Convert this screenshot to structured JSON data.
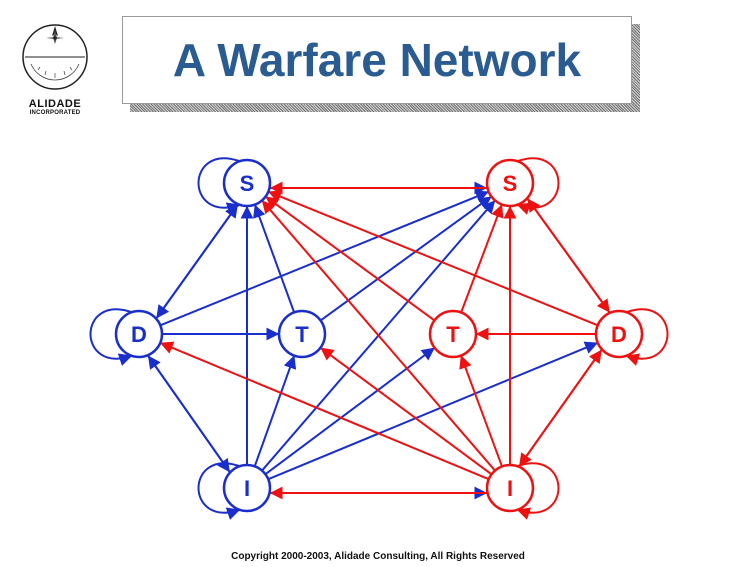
{
  "logo": {
    "name": "ALIDADE",
    "subname": "INCORPORATED"
  },
  "title": "A Warfare Network",
  "footer": "Copyright 2000-2003, Alidade Consulting, All Rights Reserved",
  "colors": {
    "blue": "#1a2ecc",
    "red": "#ee1111",
    "title": "#2a5c91"
  },
  "nodes": [
    {
      "id": "bS",
      "label": "S",
      "side": "blue"
    },
    {
      "id": "bD",
      "label": "D",
      "side": "blue"
    },
    {
      "id": "bT",
      "label": "T",
      "side": "blue"
    },
    {
      "id": "bI",
      "label": "I",
      "side": "blue"
    },
    {
      "id": "rS",
      "label": "S",
      "side": "red"
    },
    {
      "id": "rD",
      "label": "D",
      "side": "red"
    },
    {
      "id": "rT",
      "label": "T",
      "side": "red"
    },
    {
      "id": "rI",
      "label": "I",
      "side": "red"
    }
  ],
  "edges": [
    {
      "from": "bS",
      "to": "rS",
      "side": "blue"
    },
    {
      "from": "rS",
      "to": "bS",
      "side": "red"
    },
    {
      "from": "bI",
      "to": "rI",
      "side": "blue"
    },
    {
      "from": "rI",
      "to": "bI",
      "side": "red"
    },
    {
      "from": "bS",
      "to": "bD",
      "side": "blue"
    },
    {
      "from": "bD",
      "to": "bS",
      "side": "blue"
    },
    {
      "from": "bD",
      "to": "bT",
      "side": "blue"
    },
    {
      "from": "bD",
      "to": "bI",
      "side": "blue"
    },
    {
      "from": "bI",
      "to": "bD",
      "side": "blue"
    },
    {
      "from": "bT",
      "to": "bS",
      "side": "blue"
    },
    {
      "from": "bI",
      "to": "bS",
      "side": "blue"
    },
    {
      "from": "bI",
      "to": "bT",
      "side": "blue"
    },
    {
      "from": "bD",
      "to": "rS",
      "side": "blue"
    },
    {
      "from": "bT",
      "to": "rS",
      "side": "blue"
    },
    {
      "from": "bI",
      "to": "rS",
      "side": "blue"
    },
    {
      "from": "bI",
      "to": "rT",
      "side": "blue"
    },
    {
      "from": "bI",
      "to": "rD",
      "side": "blue"
    },
    {
      "from": "rS",
      "to": "rD",
      "side": "red"
    },
    {
      "from": "rD",
      "to": "rS",
      "side": "red"
    },
    {
      "from": "rD",
      "to": "rT",
      "side": "red"
    },
    {
      "from": "rD",
      "to": "rI",
      "side": "red"
    },
    {
      "from": "rI",
      "to": "rD",
      "side": "red"
    },
    {
      "from": "rT",
      "to": "rS",
      "side": "red"
    },
    {
      "from": "rI",
      "to": "rS",
      "side": "red"
    },
    {
      "from": "rI",
      "to": "rT",
      "side": "red"
    },
    {
      "from": "rD",
      "to": "bS",
      "side": "red"
    },
    {
      "from": "rT",
      "to": "bS",
      "side": "red"
    },
    {
      "from": "rI",
      "to": "bS",
      "side": "red"
    },
    {
      "from": "rI",
      "to": "bT",
      "side": "red"
    },
    {
      "from": "rI",
      "to": "bD",
      "side": "red"
    }
  ]
}
